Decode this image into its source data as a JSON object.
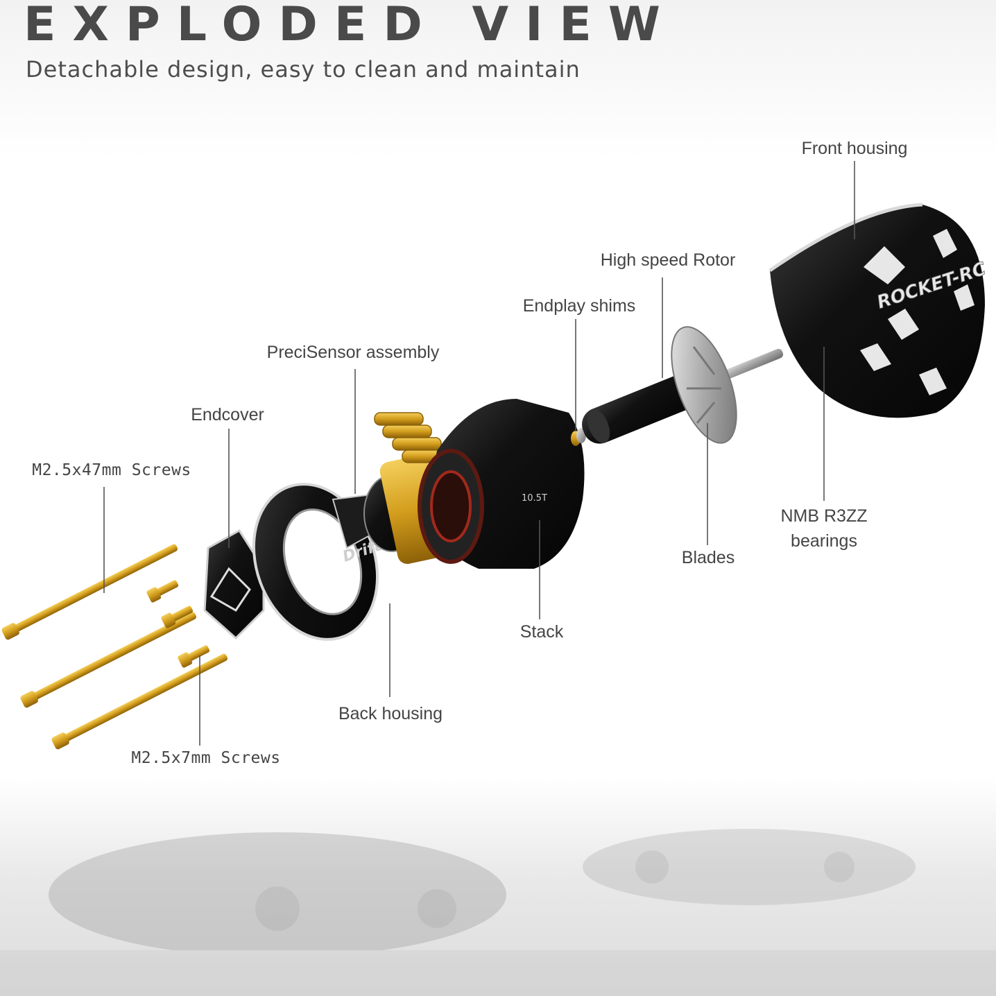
{
  "header": {
    "title": "EXPLODED VIEW",
    "subtitle": "Detachable design, easy to clean and maintain"
  },
  "callouts": {
    "front_housing": "Front housing",
    "high_speed_rotor": "High speed Rotor",
    "endplay_shims": "Endplay shims",
    "precisensor_assembly": "PreciSensor assembly",
    "endcover": "Endcover",
    "m25x47_screws": "M2.5x47mm  Screws",
    "nmb_bearings_line1": "NMB R3ZZ",
    "nmb_bearings_line2": "bearings",
    "blades": "Blades",
    "stack": "Stack",
    "back_housing": "Back housing",
    "m25x7_screws": "M2.5x7mm  Screws"
  },
  "part_markings": {
    "brand": "ROCKET-RC",
    "stack_turns": "10.5T",
    "back_housing_logo": "Drift"
  },
  "colors": {
    "metal_black": "#161616",
    "gold": "#d9a520",
    "silver": "#c9c9c9",
    "leader_line": "#555555",
    "text": "#444444"
  }
}
